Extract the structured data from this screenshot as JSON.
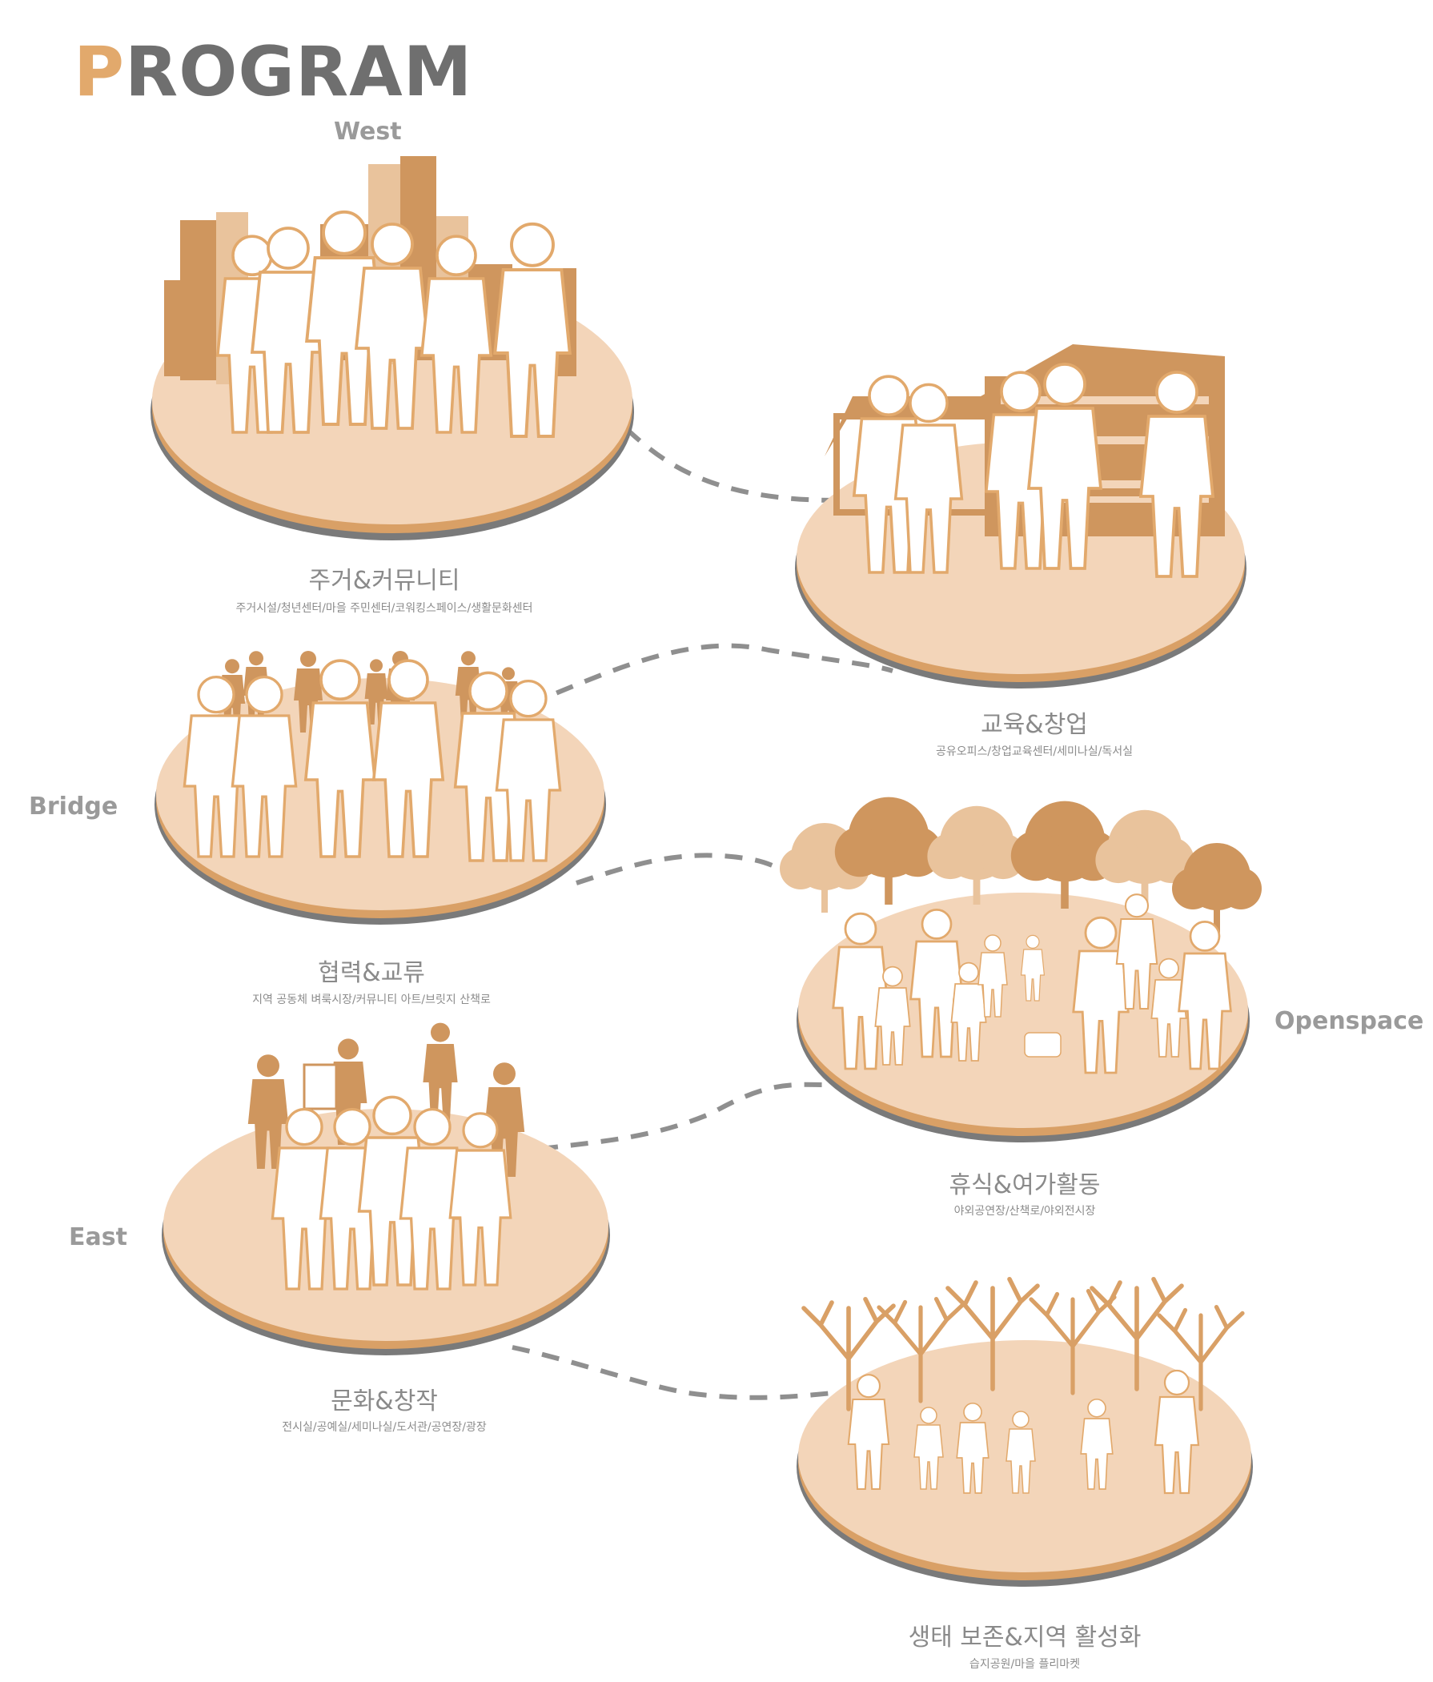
{
  "header": {
    "title_first": "P",
    "title_rest": "ROGRAM"
  },
  "zones": {
    "west": "West",
    "bridge": "Bridge",
    "east": "East",
    "openspace": "Openspace"
  },
  "programs": [
    {
      "name": "주거&커뮤니티",
      "items": "주거시설/청년센터/마을 주민센터/코워킹스페이스/생활문화센터"
    },
    {
      "name": "교육&창업",
      "items": "공유오피스/창업교육센터/세미나실/독서실"
    },
    {
      "name": "협력&교류",
      "items": "지역 공동체 벼룩시장/커뮤니티 아트/브릿지 산책로"
    },
    {
      "name": "휴식&여가활동",
      "items": "야외공연장/산책로/야외전시장"
    },
    {
      "name": "문화&창작",
      "items": "전시실/공예실/세미나실/도서관/공연장/광장"
    },
    {
      "name": "생태 보존&지역 활성화",
      "items": "습지공원/마을 플리마켓"
    }
  ],
  "colors": {
    "accent": "#e2a96c",
    "disc": "#f3d5b9",
    "rim": "#d9a066",
    "shadow": "#7a7a7a",
    "silhouette_dark": "#cf965e",
    "silhouette_light": "#e9c39c",
    "people": "#ffffff",
    "dash": "#8f8f8f"
  }
}
